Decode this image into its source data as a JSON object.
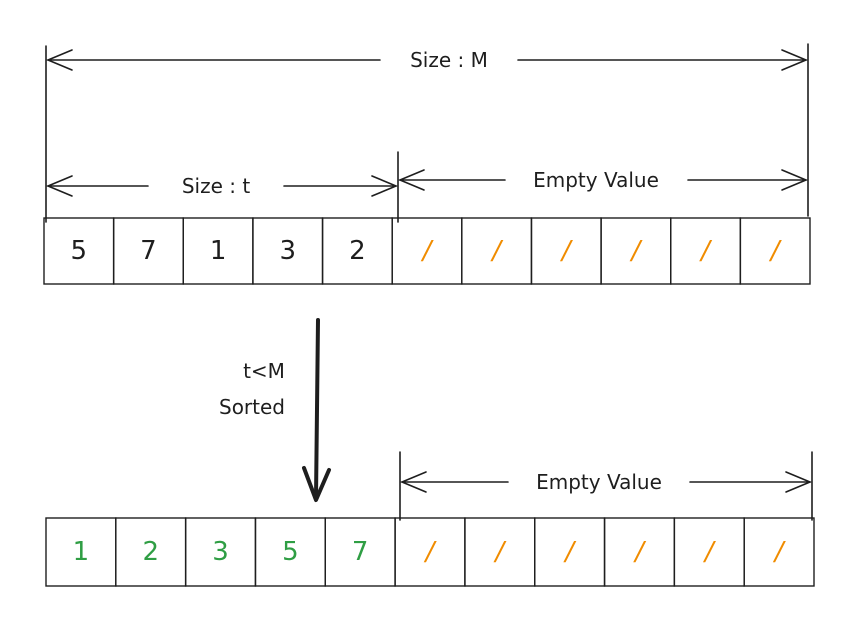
{
  "size_m_label": "Size : M",
  "size_t_label": "Size : t",
  "empty_label_top": "Empty Value",
  "empty_label_bottom": "Empty Value",
  "condition_label": "t<M",
  "sorted_label": "Sorted",
  "top_array": [
    "5",
    "7",
    "1",
    "3",
    "2",
    "/",
    "/",
    "/",
    "/",
    "/",
    "/"
  ],
  "bottom_array": [
    "1",
    "2",
    "3",
    "5",
    "7",
    "/",
    "/",
    "/",
    "/",
    "/",
    "/"
  ],
  "colors": {
    "ink": "#1e1e1e",
    "empty_slash": "#f08c00",
    "sorted_value": "#2f9e44"
  }
}
